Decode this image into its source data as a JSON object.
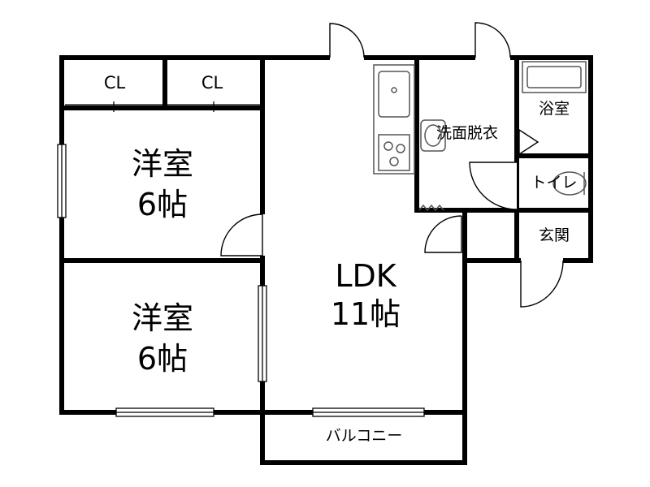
{
  "rooms": {
    "western_room_1": {
      "name": "洋室",
      "size": "6帖"
    },
    "western_room_2": {
      "name": "洋室",
      "size": "6帖"
    },
    "ldk": {
      "name": "LDK",
      "size": "11帖"
    },
    "closet_1": "CL",
    "closet_2": "CL",
    "washroom": "洗面脱衣",
    "bathroom": "浴室",
    "toilet": "トイレ",
    "entrance": "玄関",
    "balcony": "バルコニー"
  },
  "colors": {
    "wall": "#000000",
    "fixture": "#555555",
    "background": "#ffffff"
  }
}
